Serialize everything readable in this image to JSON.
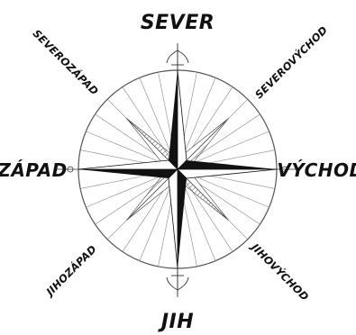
{
  "labels": {
    "north": "SEVER",
    "south": "JIH",
    "west": "ZÁPAD",
    "east": "VÝCHOD",
    "northwest": "SEVEROZÁPAD",
    "northeast": "SEVEROVÝCHOD",
    "southwest": "JIHOZÁPAD",
    "southeast": "JIHOVÝCHOD"
  },
  "colors": {
    "ink": "#111111",
    "ring": "#555555",
    "hatch": "#666666",
    "background": "#ffffff"
  }
}
